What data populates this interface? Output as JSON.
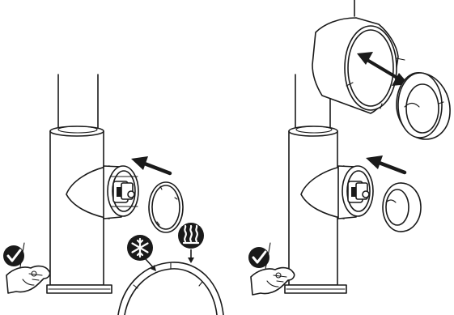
{
  "diagram": {
    "panels": [
      {
        "name": "left-panel",
        "step": "insert-filter-ring"
      },
      {
        "name": "right-panel",
        "step": "insert-cartridge-ring"
      }
    ],
    "icons": {
      "check": "check-circle-icon",
      "hand": "hand-pinch-icon",
      "cold": "snowflake-icon",
      "hot": "heat-waves-icon",
      "arrow": "insert-arrow-icon"
    },
    "colors": {
      "line": "#1a1a1a",
      "background": "#ffffff",
      "icon_fill": "#1a1a1a"
    }
  }
}
